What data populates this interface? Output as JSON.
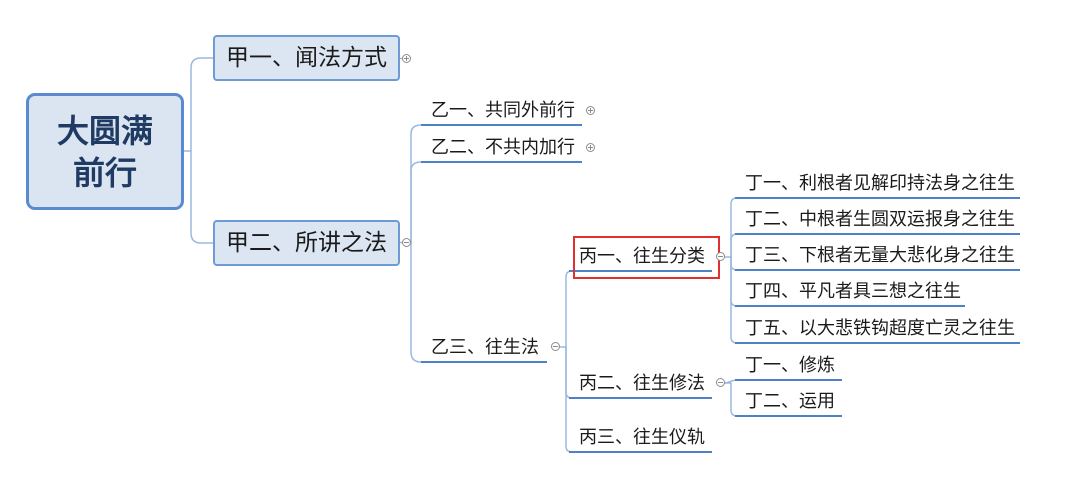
{
  "colors": {
    "root_fill": "#dbe5f1",
    "root_border": "#5a8bd0",
    "root_text": "#1f3b63",
    "main_fill": "#dce6f2",
    "main_border": "#6c9bd6",
    "topic_text": "#1a1a1a",
    "underline": "#4f81c7",
    "connector": "#9bb9de",
    "toggle": "#8c8c8c",
    "highlight": "#e0302f"
  },
  "root": {
    "lines": [
      "大圆满",
      "前行"
    ]
  },
  "jia": [
    {
      "label": "甲一、闻法方式",
      "toggle_icon": "expand-icon"
    },
    {
      "label": "甲二、所讲之法",
      "toggle_icon": "collapse-icon",
      "children": [
        {
          "label": "乙一、共同外前行",
          "toggle_icon": "expand-icon"
        },
        {
          "label": "乙二、不共内加行",
          "toggle_icon": "expand-icon"
        },
        {
          "label": "乙三、往生法",
          "toggle_icon": "collapse-icon",
          "children": [
            {
              "label": "丙一、往生分类",
              "toggle_icon": "collapse-icon",
              "highlighted": true,
              "children": [
                {
                  "label": "丁一、利根者见解印持法身之往生"
                },
                {
                  "label": "丁二、中根者生圆双运报身之往生"
                },
                {
                  "label": "丁三、下根者无量大悲化身之往生"
                },
                {
                  "label": "丁四、平凡者具三想之往生"
                },
                {
                  "label": "丁五、以大悲铁钩超度亡灵之往生"
                }
              ]
            },
            {
              "label": "丙二、往生修法",
              "toggle_icon": "collapse-icon",
              "children": [
                {
                  "label": "丁一、修炼"
                },
                {
                  "label": "丁二、运用"
                }
              ]
            },
            {
              "label": "丙三、往生仪轨"
            }
          ]
        }
      ]
    }
  ]
}
